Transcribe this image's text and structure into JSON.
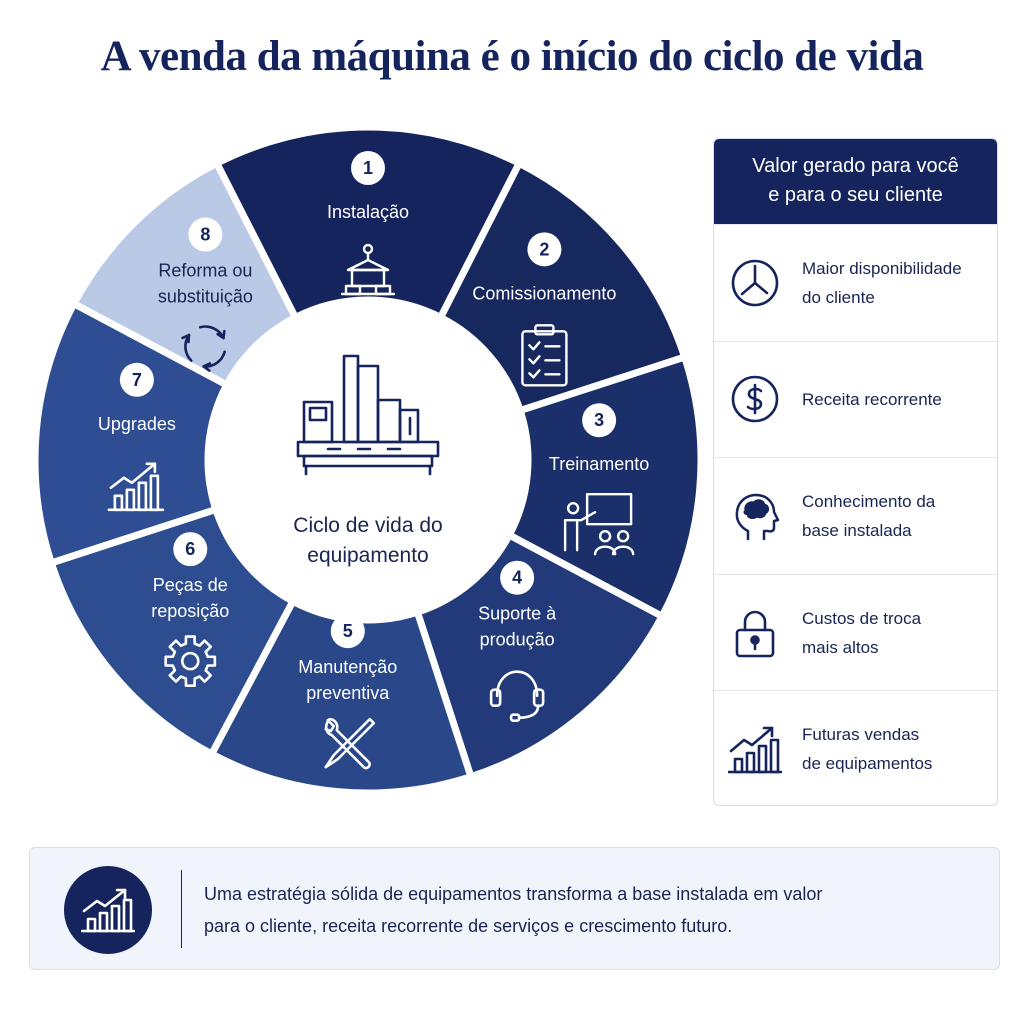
{
  "title": "A venda da máquina é o início do ciclo de vida",
  "cycle": {
    "center_label": [
      "Ciclo de vida do",
      "equipamento"
    ],
    "stages": [
      {
        "number": "1",
        "label": [
          "Instalação"
        ],
        "icon": "installation-crane-icon"
      },
      {
        "number": "2",
        "label": [
          "Comissionamento"
        ],
        "icon": "clipboard-checklist-icon"
      },
      {
        "number": "3",
        "label": [
          "Treinamento"
        ],
        "icon": "trainer-presentation-icon"
      },
      {
        "number": "4",
        "label": [
          "Suporte à",
          "produção"
        ],
        "icon": "headset-icon"
      },
      {
        "number": "5",
        "label": [
          "Manutenção",
          "preventiva"
        ],
        "icon": "wrench-screwdriver-icon"
      },
      {
        "number": "6",
        "label": [
          "Peças de",
          "reposição"
        ],
        "icon": "gear-icon"
      },
      {
        "number": "7",
        "label": [
          "Upgrades"
        ],
        "icon": "growth-chart-icon"
      },
      {
        "number": "8",
        "label": [
          "Reforma ou",
          "substituição"
        ],
        "icon": "refresh-cycle-icon"
      }
    ]
  },
  "value_panel": {
    "header": [
      "Valor gerado para você",
      "e para o seu cliente"
    ],
    "items": [
      {
        "lines": [
          "Maior disponibilidade",
          "do cliente"
        ],
        "icon": "clock-icon"
      },
      {
        "lines": [
          "Receita recorrente"
        ],
        "icon": "dollar-icon"
      },
      {
        "lines": [
          "Conhecimento da",
          "base instalada"
        ],
        "icon": "head-brain-icon"
      },
      {
        "lines": [
          "Custos de troca",
          "mais altos"
        ],
        "icon": "padlock-icon"
      },
      {
        "lines": [
          "Futuras vendas",
          "de equipamentos"
        ],
        "icon": "growth-chart-icon"
      }
    ]
  },
  "footer": {
    "lines": [
      "Uma estratégia sólida de equipamentos transforma a base instalada em valor",
      "para o cliente, receita recorrente de serviços e crescimento futuro."
    ],
    "icon": "growth-chart-icon"
  },
  "colors": {
    "navy": "#15245c",
    "segment_shades": [
      "#15245c",
      "#17285f",
      "#1b2f6b",
      "#223a7a",
      "#2a4789",
      "#2e4d90",
      "#2e4d92",
      "#b9c9e6"
    ],
    "panel_border": "#d7dcea",
    "footer_bg": "#f1f4fb"
  }
}
